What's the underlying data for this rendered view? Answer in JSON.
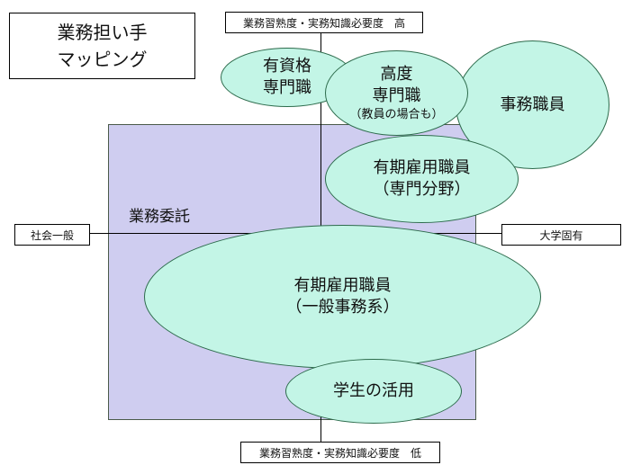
{
  "title": {
    "line1": "業務担い手",
    "line2": "マッピング"
  },
  "axes": {
    "top": "業務習熟度・実務知識必要度　高",
    "bottom": "業務習熟度・実務知識必要度　低",
    "left": "社会一般",
    "right": "大学固有"
  },
  "region": {
    "label": "業務委託"
  },
  "bubbles": {
    "specialist_certified": {
      "line1": "有資格",
      "line2": "専門職"
    },
    "advanced_specialist": {
      "line1": "高度",
      "line2": "専門職",
      "note": "（教員の場合も）"
    },
    "clerical_staff": {
      "label": "事務職員"
    },
    "fixed_term_specialist": {
      "line1": "有期雇用職員",
      "line2": "（専門分野）"
    },
    "fixed_term_general": {
      "line1": "有期雇用職員",
      "line2": "（一般事務系）"
    },
    "student_utilization": {
      "label": "学生の活用"
    }
  },
  "colors": {
    "bubble_fill": "#c3f5e6",
    "bubble_stroke": "#2d6b4c",
    "region_fill": "#cfcdf0"
  }
}
